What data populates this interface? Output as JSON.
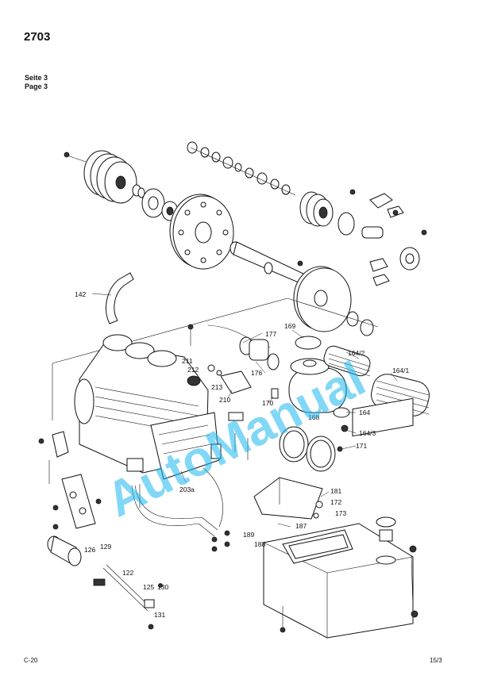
{
  "header": {
    "doc_number": "2703",
    "seite": "Seite 3",
    "page": "Page 3"
  },
  "callouts": {
    "c142": "142",
    "c177": "177",
    "c169": "169",
    "c164_2": "164/2",
    "c164_1": "164/1",
    "c211": "211",
    "c212": "212",
    "c213": "213",
    "c176": "176",
    "c210": "210",
    "c170": "170",
    "c164": "164",
    "c168": "168",
    "c164_3": "164/3",
    "c171": "171",
    "c203a": "203a",
    "c181": "181",
    "c172": "172",
    "c173": "173",
    "c187": "187",
    "c189": "189",
    "c188": "188",
    "c126": "126",
    "c129": "129",
    "c122": "122",
    "c125": "125",
    "c130": "130",
    "c131": "131"
  },
  "watermark": {
    "text": "AutoManual",
    "color": "#19b6ee"
  },
  "footer": {
    "left": "C-20",
    "right": "15/3"
  }
}
